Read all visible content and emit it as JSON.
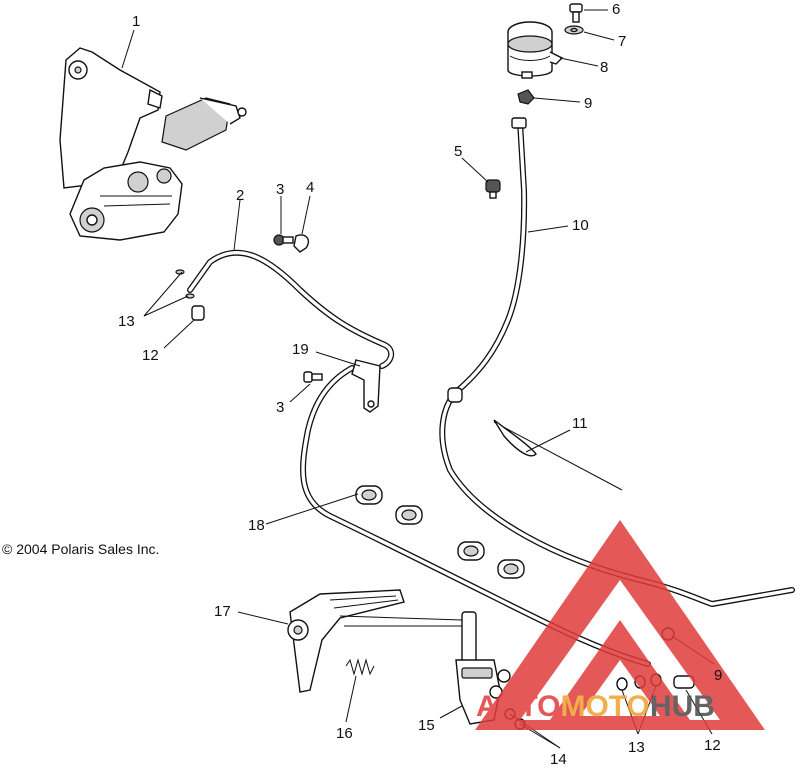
{
  "copyright": "© 2004 Polaris Sales Inc.",
  "callouts": {
    "c1": "1",
    "c2": "2",
    "c3a": "3",
    "c3b": "3",
    "c4": "4",
    "c5": "5",
    "c6": "6",
    "c7": "7",
    "c8": "8",
    "c9a": "9",
    "c9b": "9",
    "c10": "10",
    "c11": "11",
    "c12a": "12",
    "c12b": "12",
    "c13a": "13",
    "c13b": "13",
    "c14": "14",
    "c15": "15",
    "c16": "16",
    "c17": "17",
    "c18": "18",
    "c19": "19"
  },
  "watermark": {
    "part1": "AUTO",
    "part2": "MOTO",
    "part3": "HUB",
    "colors": {
      "red": "#e03b3b",
      "orange": "#f0a030",
      "dark": "#4a4a4a"
    }
  }
}
